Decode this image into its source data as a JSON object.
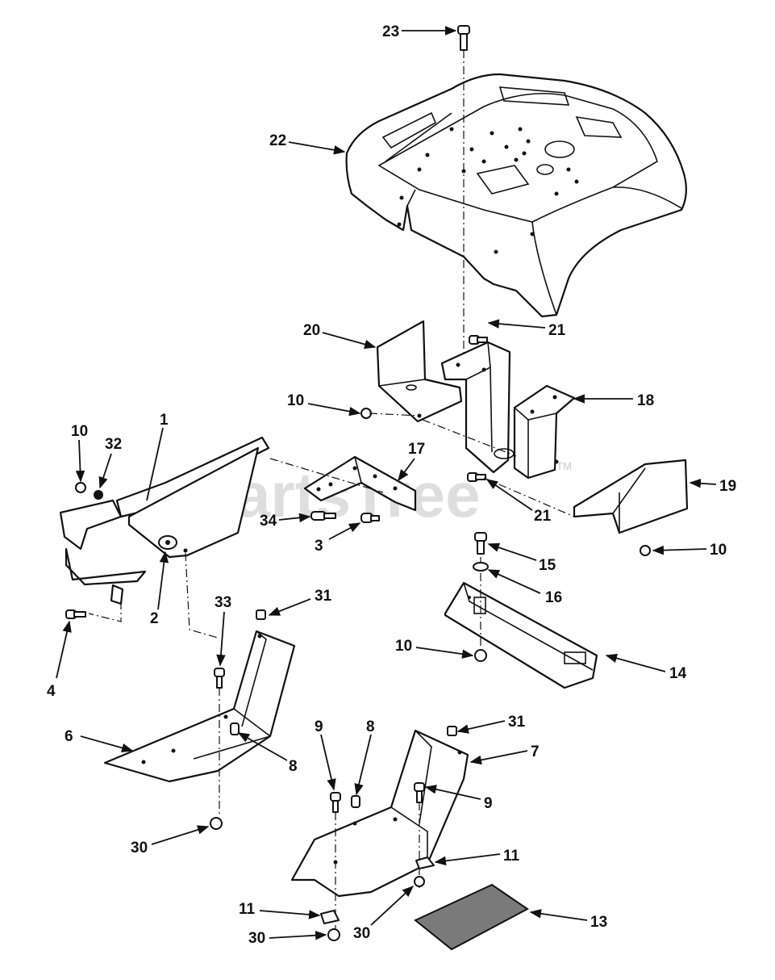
{
  "watermark": {
    "text": "PartsTree",
    "trademark": "TM"
  },
  "callouts": [
    "23",
    "22",
    "21",
    "20",
    "18",
    "10",
    "32",
    "1",
    "17",
    "19",
    "34",
    "3",
    "21",
    "2",
    "15",
    "10",
    "16",
    "33",
    "31",
    "14",
    "10",
    "4",
    "6",
    "8",
    "9",
    "8",
    "31",
    "7",
    "9",
    "11",
    "30",
    "11",
    "13",
    "30",
    "30",
    "10"
  ],
  "colors": {
    "ink": "#111111",
    "paper": "#ffffff",
    "watermark": "#d4d4d4"
  }
}
